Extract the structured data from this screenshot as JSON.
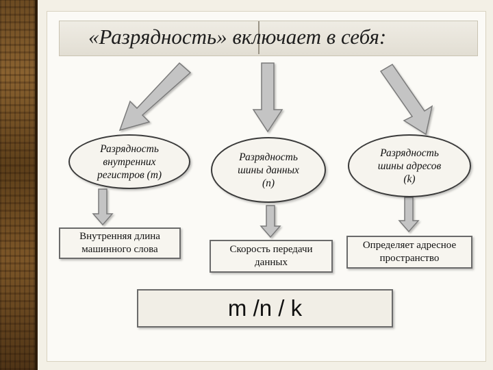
{
  "title": "«Разрядность» включает в себя:",
  "items": [
    {
      "concept": "Разрядность\nвнутренних\nрегистров (m)",
      "meaning": "Внутренняя длина\nмашинного слова"
    },
    {
      "concept": "Разрядность\nшины данных\n(n)",
      "meaning": "Скорость передачи\nданных"
    },
    {
      "concept": "Разрядность\nшины адресов\n(k)",
      "meaning": "Определяет адресное\nпространство"
    }
  ],
  "formula": "m /n / k",
  "colors": {
    "arrow_fill": "#c4c4c4",
    "arrow_stroke": "#7a7a7a",
    "sidebar": "#6b4a22",
    "panel": "#fbfaf6"
  }
}
